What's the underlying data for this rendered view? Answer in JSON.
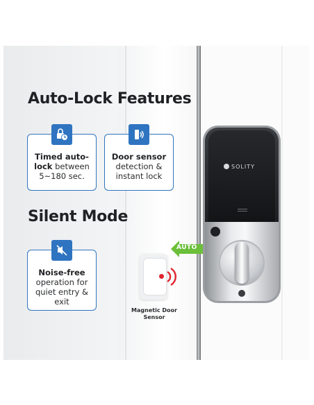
{
  "headings": {
    "auto_lock": "Auto-Lock Features",
    "silent": "Silent Mode"
  },
  "cards": [
    {
      "bold": "Timed auto-lock",
      "rest": " between 5~180 sec.",
      "icon": "lock-clock-icon"
    },
    {
      "bold": "Door sensor",
      "rest": " detection & instant lock",
      "icon": "door-sensor-icon"
    },
    {
      "bold": "Noise-free",
      "rest": " operation for quiet entry & exit",
      "icon": "speaker-mute-icon"
    }
  ],
  "sensor": {
    "label": "Magnetic Door Sensor"
  },
  "auto": {
    "label": "AUTO"
  },
  "lock": {
    "brand": "SOLITY"
  },
  "colors": {
    "accent": "#2f74c0",
    "arrow": "#6bbf3a",
    "sensor_dot": "#e0242f"
  }
}
